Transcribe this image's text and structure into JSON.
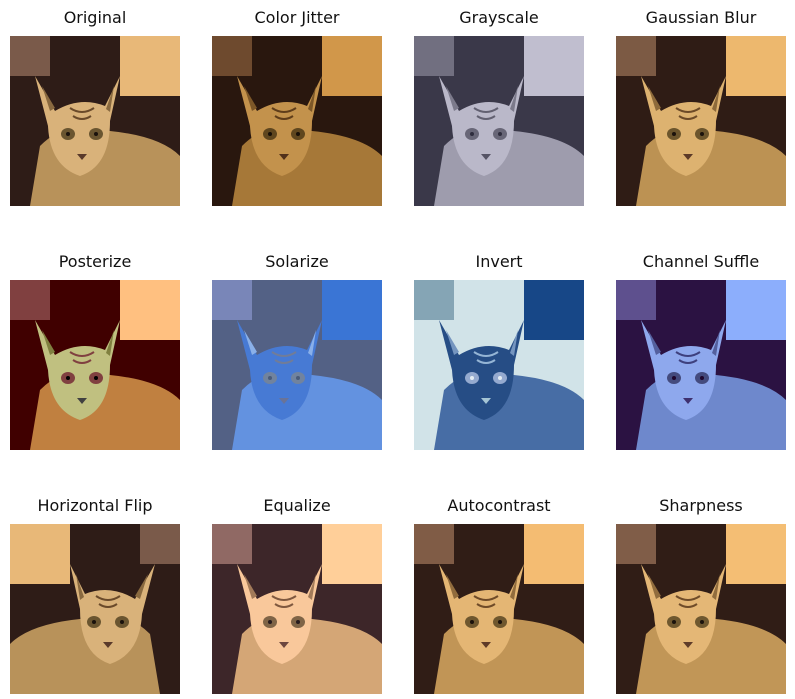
{
  "panels": [
    {
      "title": "Original",
      "filter": "none"
    },
    {
      "title": "Color Jitter",
      "filter": "jitter"
    },
    {
      "title": "Grayscale",
      "filter": "gray"
    },
    {
      "title": "Gaussian Blur",
      "filter": "blur"
    },
    {
      "title": "Posterize",
      "filter": "posterize"
    },
    {
      "title": "Solarize",
      "filter": "solarize"
    },
    {
      "title": "Invert",
      "filter": "invert"
    },
    {
      "title": "Channel Suffle",
      "filter": "shuffle"
    },
    {
      "title": "Horizontal Flip",
      "filter": "flip"
    },
    {
      "title": "Equalize",
      "filter": "equalize"
    },
    {
      "title": "Autocontrast",
      "filter": "autocontrast"
    },
    {
      "title": "Sharpness",
      "filter": "sharp"
    }
  ],
  "colors": {
    "fur": "#b8925a",
    "fur_light": "#d9b27a",
    "bg_dark": "#2e1c17",
    "bg_light": "#e8b878",
    "eye": "#6a5530"
  }
}
